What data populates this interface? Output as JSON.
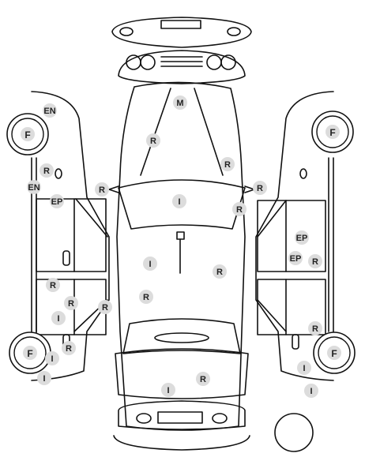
{
  "colors": {
    "line": "#111111",
    "marker": "#dcdcdc",
    "text": "#222222",
    "background": "#ffffff"
  },
  "wheels": {
    "left_front": "F",
    "right_front": "F",
    "left_rear": "F",
    "right_rear": "F"
  },
  "markers": {
    "hood_center": "M",
    "hood_left": "R",
    "hood_right": "R",
    "mirror_left": "R",
    "mirror_right": "R",
    "windshield": "I",
    "a_pillar_right": "R",
    "roof_left": "I",
    "roof_right": "R",
    "roof_mid": "R",
    "rear_window": "I",
    "trunk": "R",
    "left_fender_top": "EN",
    "left_fender": "R",
    "left_fender_low": "EN",
    "left_front_door": "EP",
    "left_rear_door_a": "R",
    "left_rear_door_b": "R",
    "left_rear_door_c": "I",
    "left_rear_door_d": "R",
    "left_quarter": "R",
    "left_sill_a": "I",
    "left_sill_b": "I",
    "right_front_door_a": "EP",
    "right_front_door_b": "EP",
    "right_front_door_c": "R",
    "right_quarter": "R",
    "right_sill_a": "I",
    "right_sill_b": "I"
  }
}
